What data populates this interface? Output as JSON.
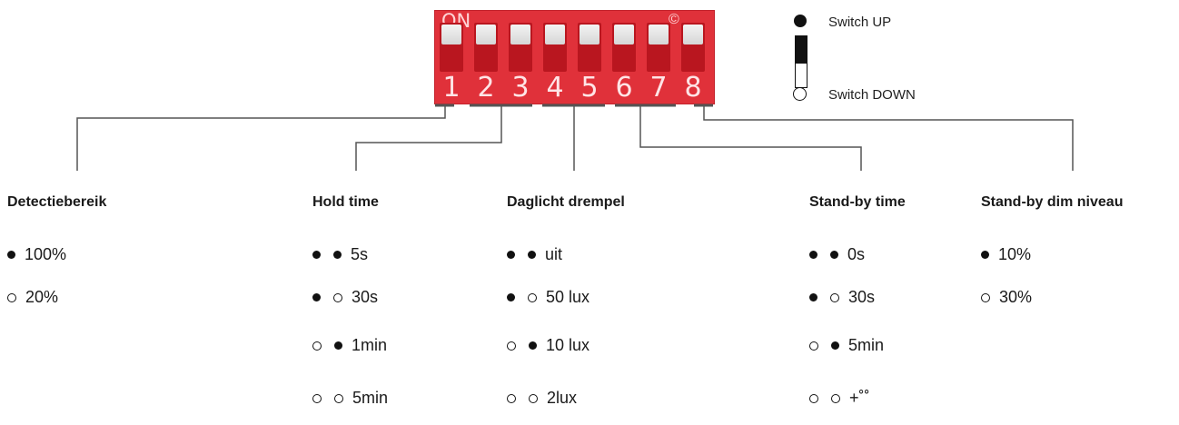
{
  "dip": {
    "on_label": "ON",
    "brand": "©",
    "switches": [
      {
        "number": "1",
        "state": "up"
      },
      {
        "number": "2",
        "state": "up"
      },
      {
        "number": "3",
        "state": "up"
      },
      {
        "number": "4",
        "state": "up"
      },
      {
        "number": "5",
        "state": "up"
      },
      {
        "number": "6",
        "state": "up"
      },
      {
        "number": "7",
        "state": "up"
      },
      {
        "number": "8",
        "state": "up"
      }
    ]
  },
  "legend": {
    "up_label": "Switch UP",
    "down_label": "Switch DOWN"
  },
  "groups": [
    {
      "title": "Detectiebereik",
      "options": [
        {
          "marks": [
            "up"
          ],
          "label": "100%"
        },
        {
          "marks": [
            "down"
          ],
          "label": "20%"
        }
      ]
    },
    {
      "title": "Hold time",
      "options": [
        {
          "marks": [
            "up",
            "up"
          ],
          "label": "5s"
        },
        {
          "marks": [
            "up",
            "down"
          ],
          "label": "30s"
        },
        {
          "marks": [
            "down",
            "up"
          ],
          "label": "1min"
        },
        {
          "marks": [
            "down",
            "down"
          ],
          "label": "5min"
        }
      ]
    },
    {
      "title": "Daglicht drempel",
      "options": [
        {
          "marks": [
            "up",
            "up"
          ],
          "label": "uit"
        },
        {
          "marks": [
            "up",
            "down"
          ],
          "label": "50 lux"
        },
        {
          "marks": [
            "down",
            "up"
          ],
          "label": "10 lux"
        },
        {
          "marks": [
            "down",
            "down"
          ],
          "label": "2lux"
        }
      ]
    },
    {
      "title": "Stand-by time",
      "options": [
        {
          "marks": [
            "up",
            "up"
          ],
          "label": "0s"
        },
        {
          "marks": [
            "up",
            "down"
          ],
          "label": "30s"
        },
        {
          "marks": [
            "down",
            "up"
          ],
          "label": "5min"
        },
        {
          "marks": [
            "down",
            "down"
          ],
          "label": "+˚˚"
        }
      ]
    },
    {
      "title": "Stand-by  dim niveau",
      "options": [
        {
          "marks": [
            "up"
          ],
          "label": "10%"
        },
        {
          "marks": [
            "down"
          ],
          "label": "30%"
        }
      ]
    }
  ]
}
